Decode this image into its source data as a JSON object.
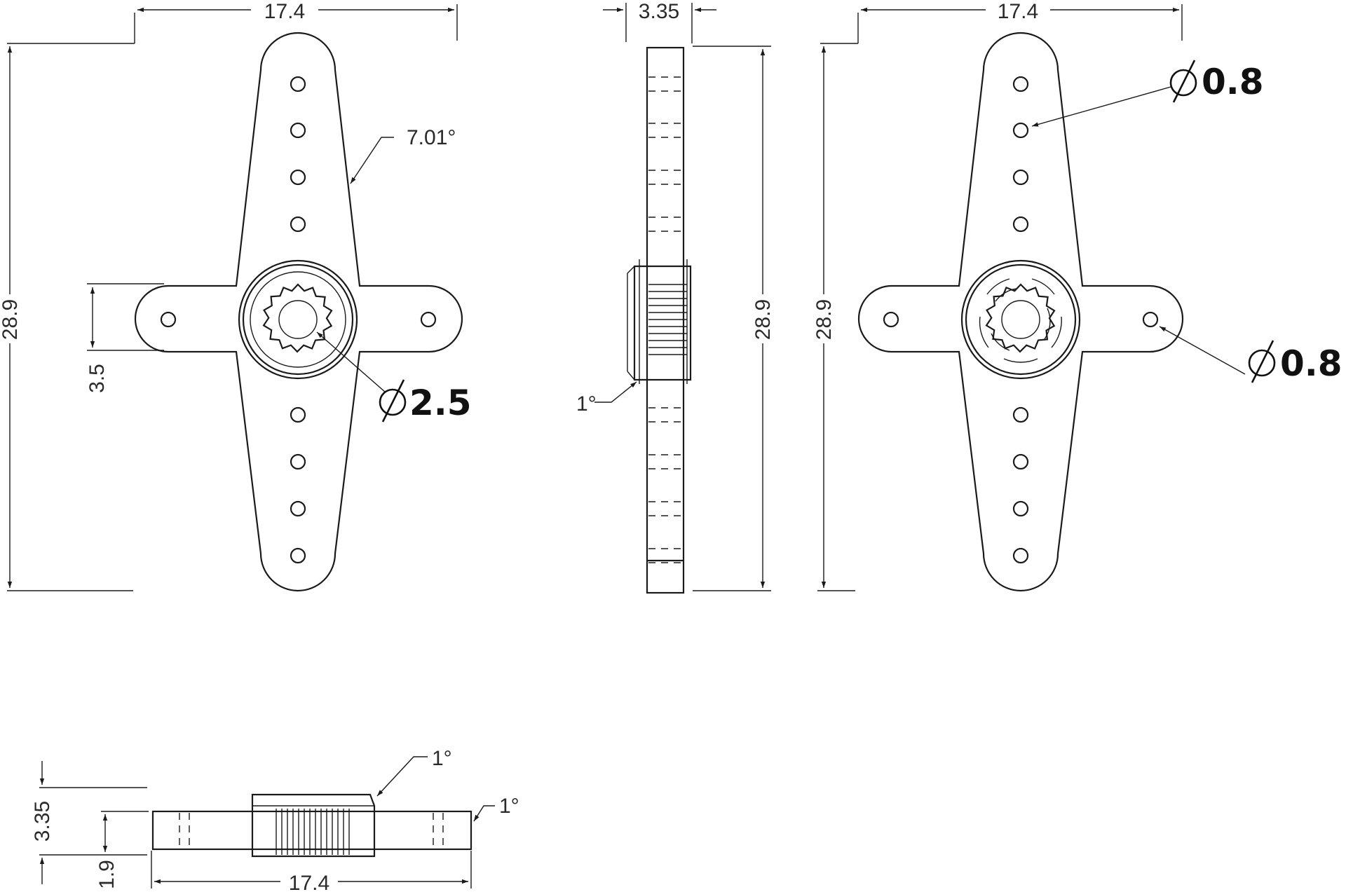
{
  "dimensions": {
    "front_width": "17.4",
    "front_height": "28.9",
    "front_arm_height": "3.5",
    "front_taper_angle": "7.01°",
    "front_spline_diameter": "2.5",
    "side_thickness": "3.35",
    "side_height": "28.9",
    "side_draft_angle": "1°",
    "back_width": "17.4",
    "back_height": "28.9",
    "back_hole_diameter_long": "0.8",
    "back_hole_diameter_short": "0.8",
    "bottom_total_height": "3.35",
    "bottom_arm_thickness": "1.9",
    "bottom_width": "17.4",
    "bottom_hub_draft_angle": "1°",
    "bottom_arm_draft_angle": "1°"
  },
  "colors": {
    "line": "#1a1a1a",
    "background": "#ffffff"
  }
}
